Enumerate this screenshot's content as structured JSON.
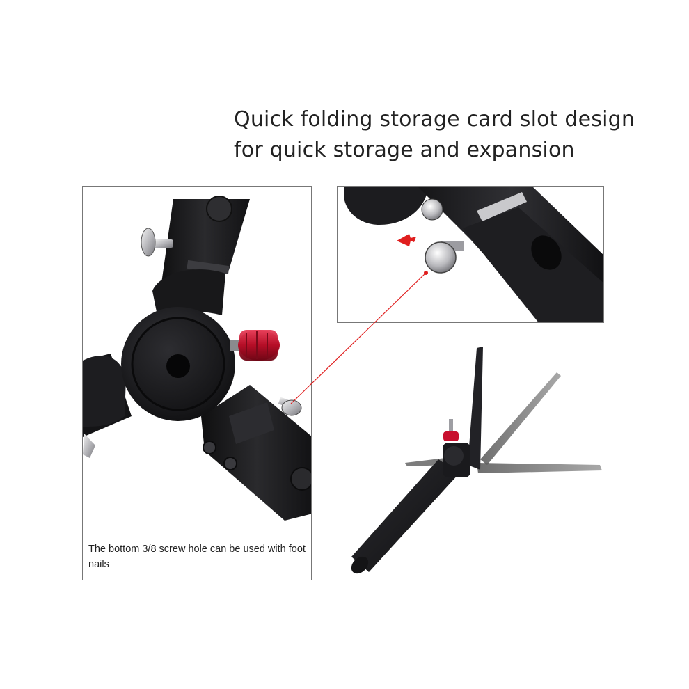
{
  "headline": {
    "line1": "Quick folding storage card slot design",
    "line2": "for quick storage and expansion"
  },
  "detail_panel": {
    "caption": "The bottom 3/8 screw hole can be used with foot nails"
  },
  "colors": {
    "background": "#ffffff",
    "metal_black": "#1c1c1e",
    "knob_red": "#c8102e",
    "pointer_red": "#e01e1e",
    "panel_border": "#777777",
    "text": "#222222"
  }
}
